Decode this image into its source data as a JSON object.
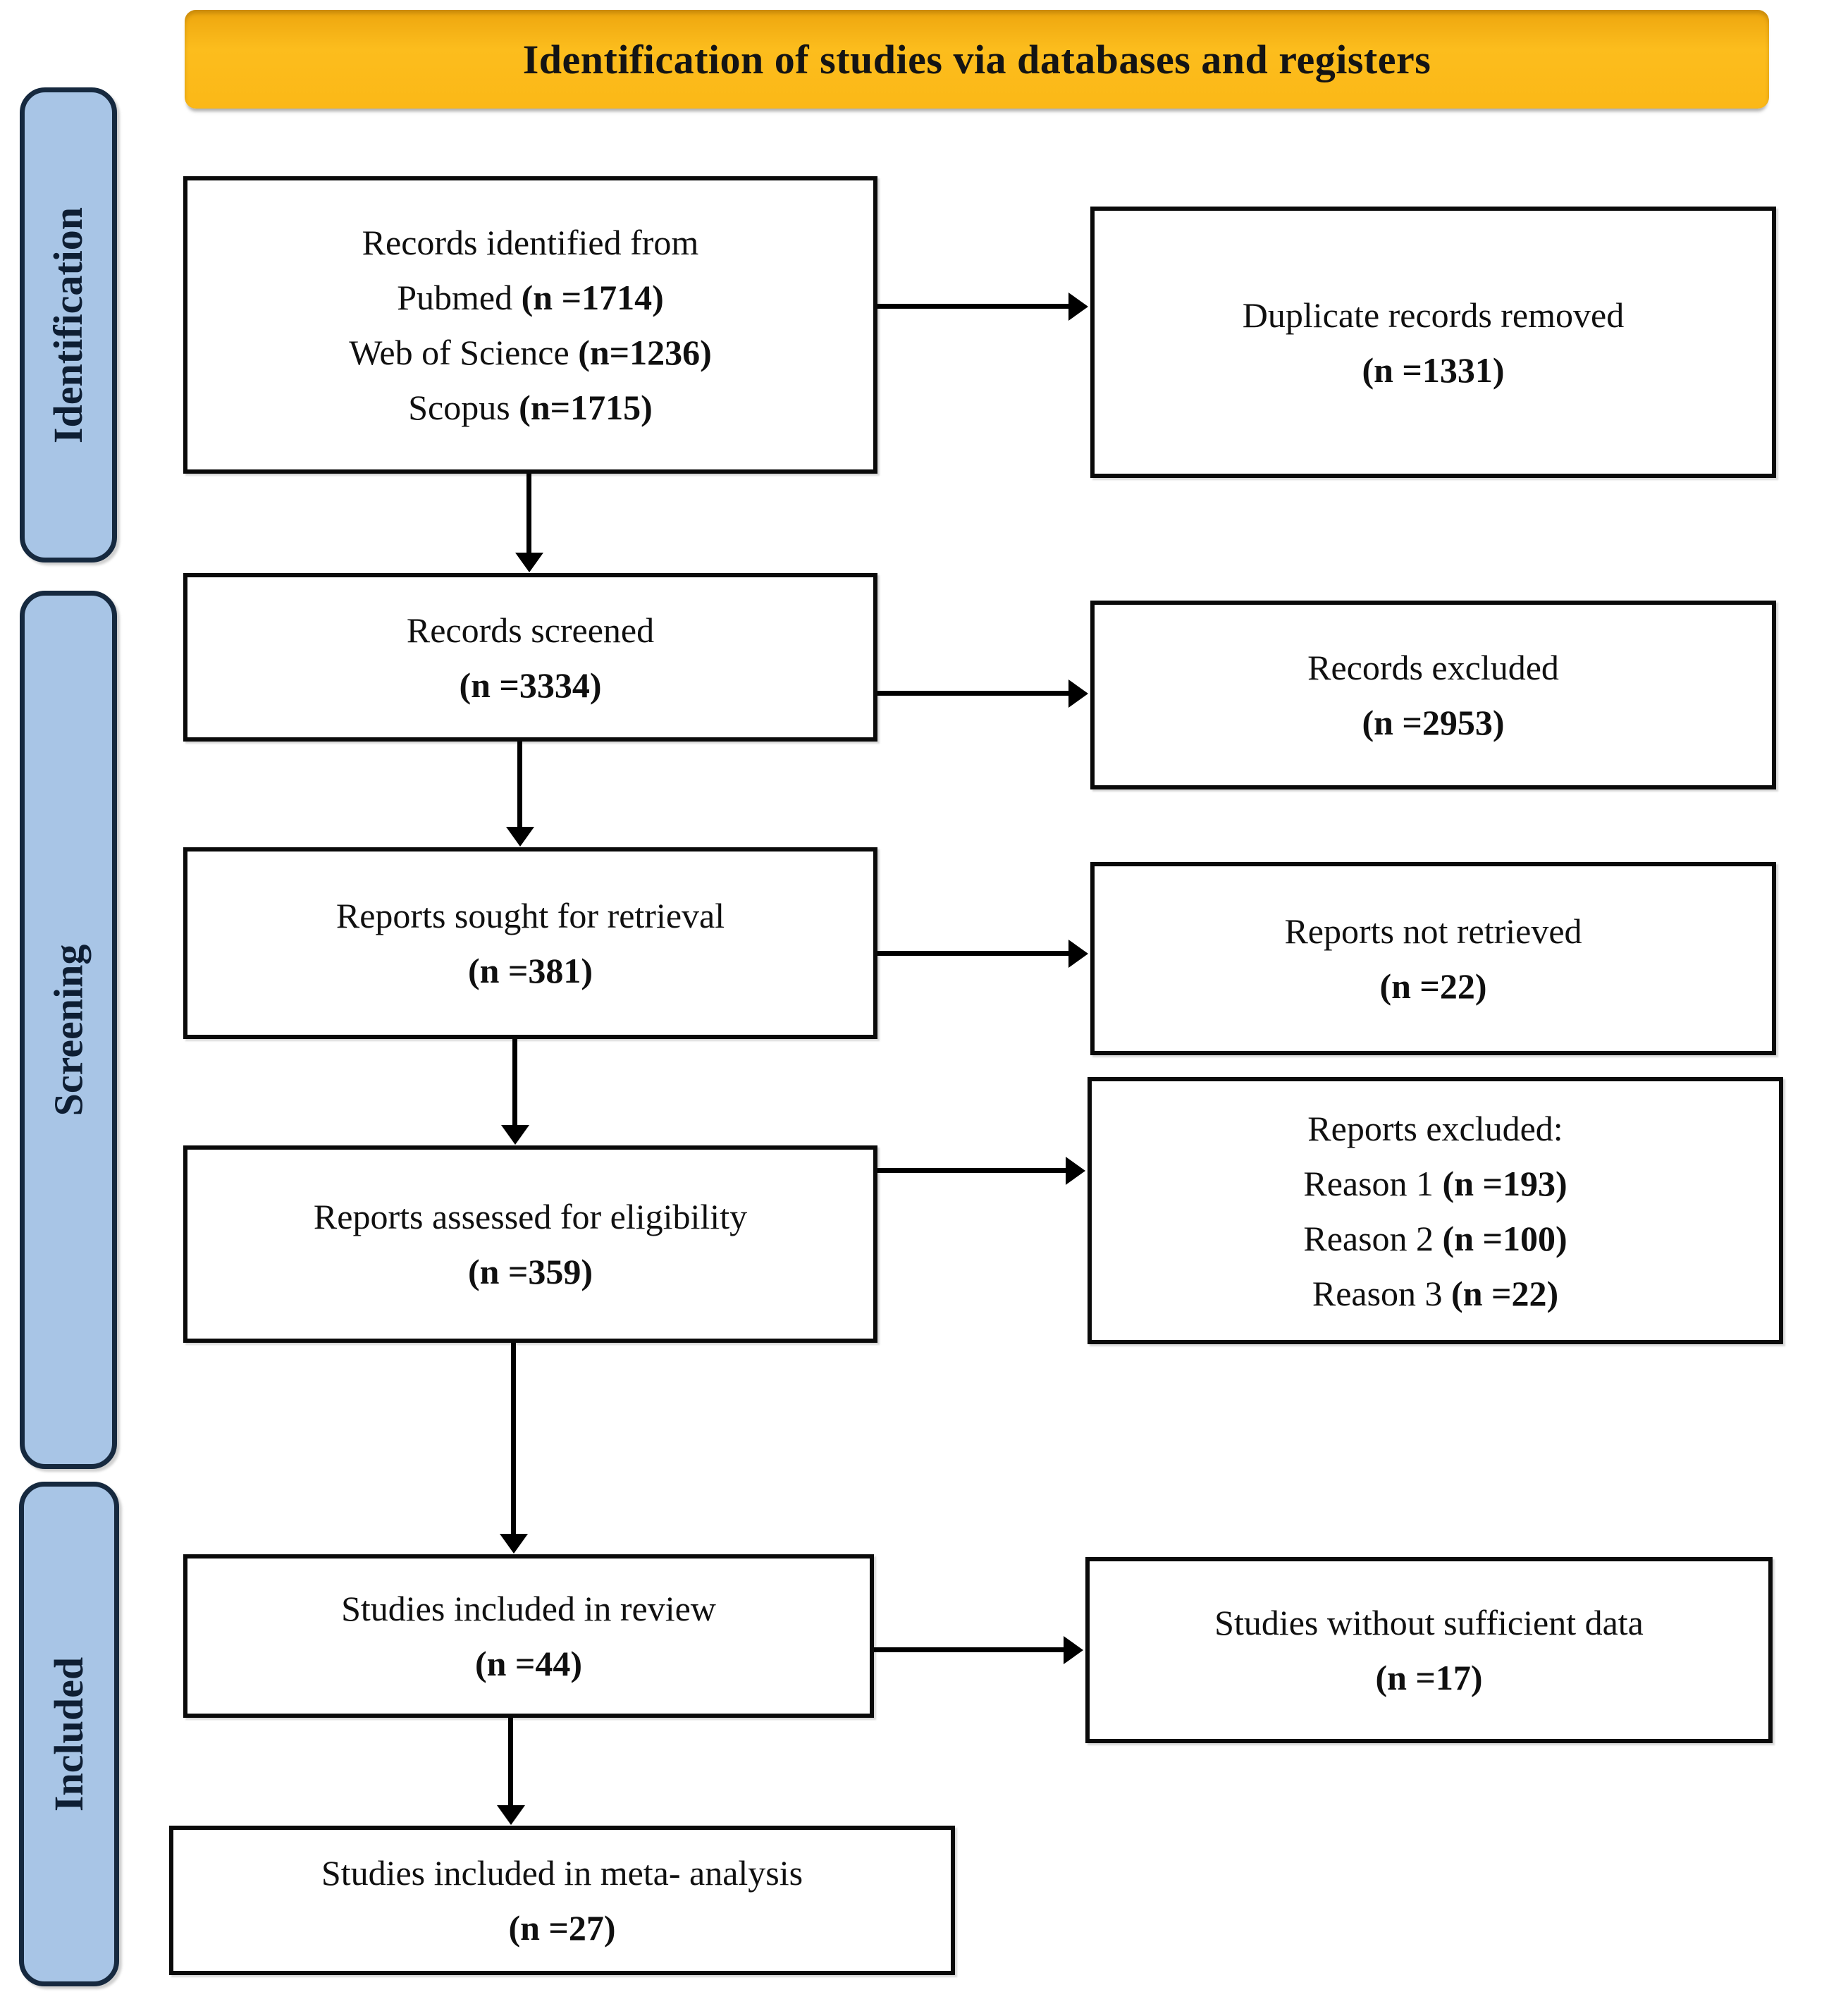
{
  "banner": {
    "title": "Identification of studies via databases and registers",
    "fill_color": "#FBB817"
  },
  "stages": {
    "identification": {
      "label": "Identification"
    },
    "screening": {
      "label": "Screening"
    },
    "included": {
      "label": "Included"
    }
  },
  "colors": {
    "stage_fill": "#A8C5E6",
    "stage_border": "#16293F",
    "box_border": "#0A0A0A",
    "arrow": "#000000"
  },
  "boxes": {
    "records_identified": {
      "lines": [
        {
          "pre": "Records identified from",
          "n": ""
        },
        {
          "pre": "Pubmed ",
          "n": "(n =1714)"
        },
        {
          "pre": "Web of Science ",
          "n": "(n=1236)"
        },
        {
          "pre": "Scopus ",
          "n": "(n=1715)"
        }
      ]
    },
    "duplicates_removed": {
      "lines": [
        {
          "pre": "Duplicate records removed",
          "n": ""
        },
        {
          "pre": "",
          "n": "(n =1331)"
        }
      ]
    },
    "records_screened": {
      "lines": [
        {
          "pre": "Records screened",
          "n": ""
        },
        {
          "pre": "",
          "n": "(n =3334)"
        }
      ]
    },
    "records_excluded": {
      "lines": [
        {
          "pre": "Records excluded",
          "n": ""
        },
        {
          "pre": "",
          "n": "(n =2953)"
        }
      ]
    },
    "reports_sought": {
      "lines": [
        {
          "pre": "Reports sought for retrieval",
          "n": ""
        },
        {
          "pre": "",
          "n": "(n =381)"
        }
      ]
    },
    "reports_not_retrieved": {
      "lines": [
        {
          "pre": "Reports not retrieved",
          "n": ""
        },
        {
          "pre": "",
          "n": "(n =22)"
        }
      ]
    },
    "reports_assessed": {
      "lines": [
        {
          "pre": "Reports assessed for eligibility",
          "n": ""
        },
        {
          "pre": "",
          "n": "(n =359)"
        }
      ]
    },
    "reports_excluded": {
      "lines": [
        {
          "pre": "Reports excluded:",
          "n": ""
        },
        {
          "pre": "Reason 1 ",
          "n": "(n =193)"
        },
        {
          "pre": "Reason 2 ",
          "n": "(n =100)"
        },
        {
          "pre": "Reason 3 ",
          "n": "(n =22)"
        }
      ]
    },
    "studies_in_review": {
      "lines": [
        {
          "pre": "Studies included in review",
          "n": ""
        },
        {
          "pre": "",
          "n": "(n =44)"
        }
      ]
    },
    "studies_without_data": {
      "lines": [
        {
          "pre": "Studies without sufficient data",
          "n": ""
        },
        {
          "pre": "",
          "n": "(n =17)"
        }
      ]
    },
    "studies_in_meta": {
      "lines": [
        {
          "pre": "Studies included in meta- analysis",
          "n": ""
        },
        {
          "pre": "",
          "n": "(n =27)"
        }
      ]
    }
  }
}
